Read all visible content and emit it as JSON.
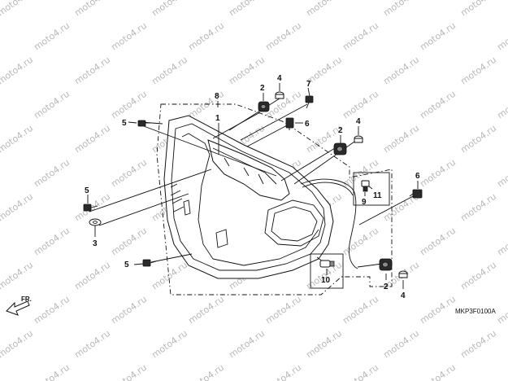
{
  "watermark_text": "moto4.ru",
  "diagram_code": "MKP3F0100A",
  "direction_label": "FR.",
  "callouts": [
    {
      "id": "c-1",
      "label": "1"
    },
    {
      "id": "c-8",
      "label": "8"
    },
    {
      "id": "c-2a",
      "label": "2"
    },
    {
      "id": "c-4a",
      "label": "4"
    },
    {
      "id": "c-7",
      "label": "7"
    },
    {
      "id": "c-6a",
      "label": "6"
    },
    {
      "id": "c-5a",
      "label": "5"
    },
    {
      "id": "c-2b",
      "label": "2"
    },
    {
      "id": "c-4b",
      "label": "4"
    },
    {
      "id": "c-11",
      "label": "11"
    },
    {
      "id": "c-9",
      "label": "9"
    },
    {
      "id": "c-6b",
      "label": "6"
    },
    {
      "id": "c-5b",
      "label": "5"
    },
    {
      "id": "c-3",
      "label": "3"
    },
    {
      "id": "c-5c",
      "label": "5"
    },
    {
      "id": "c-10",
      "label": "10"
    },
    {
      "id": "c-2c",
      "label": "2"
    },
    {
      "id": "c-4c",
      "label": "4"
    }
  ]
}
